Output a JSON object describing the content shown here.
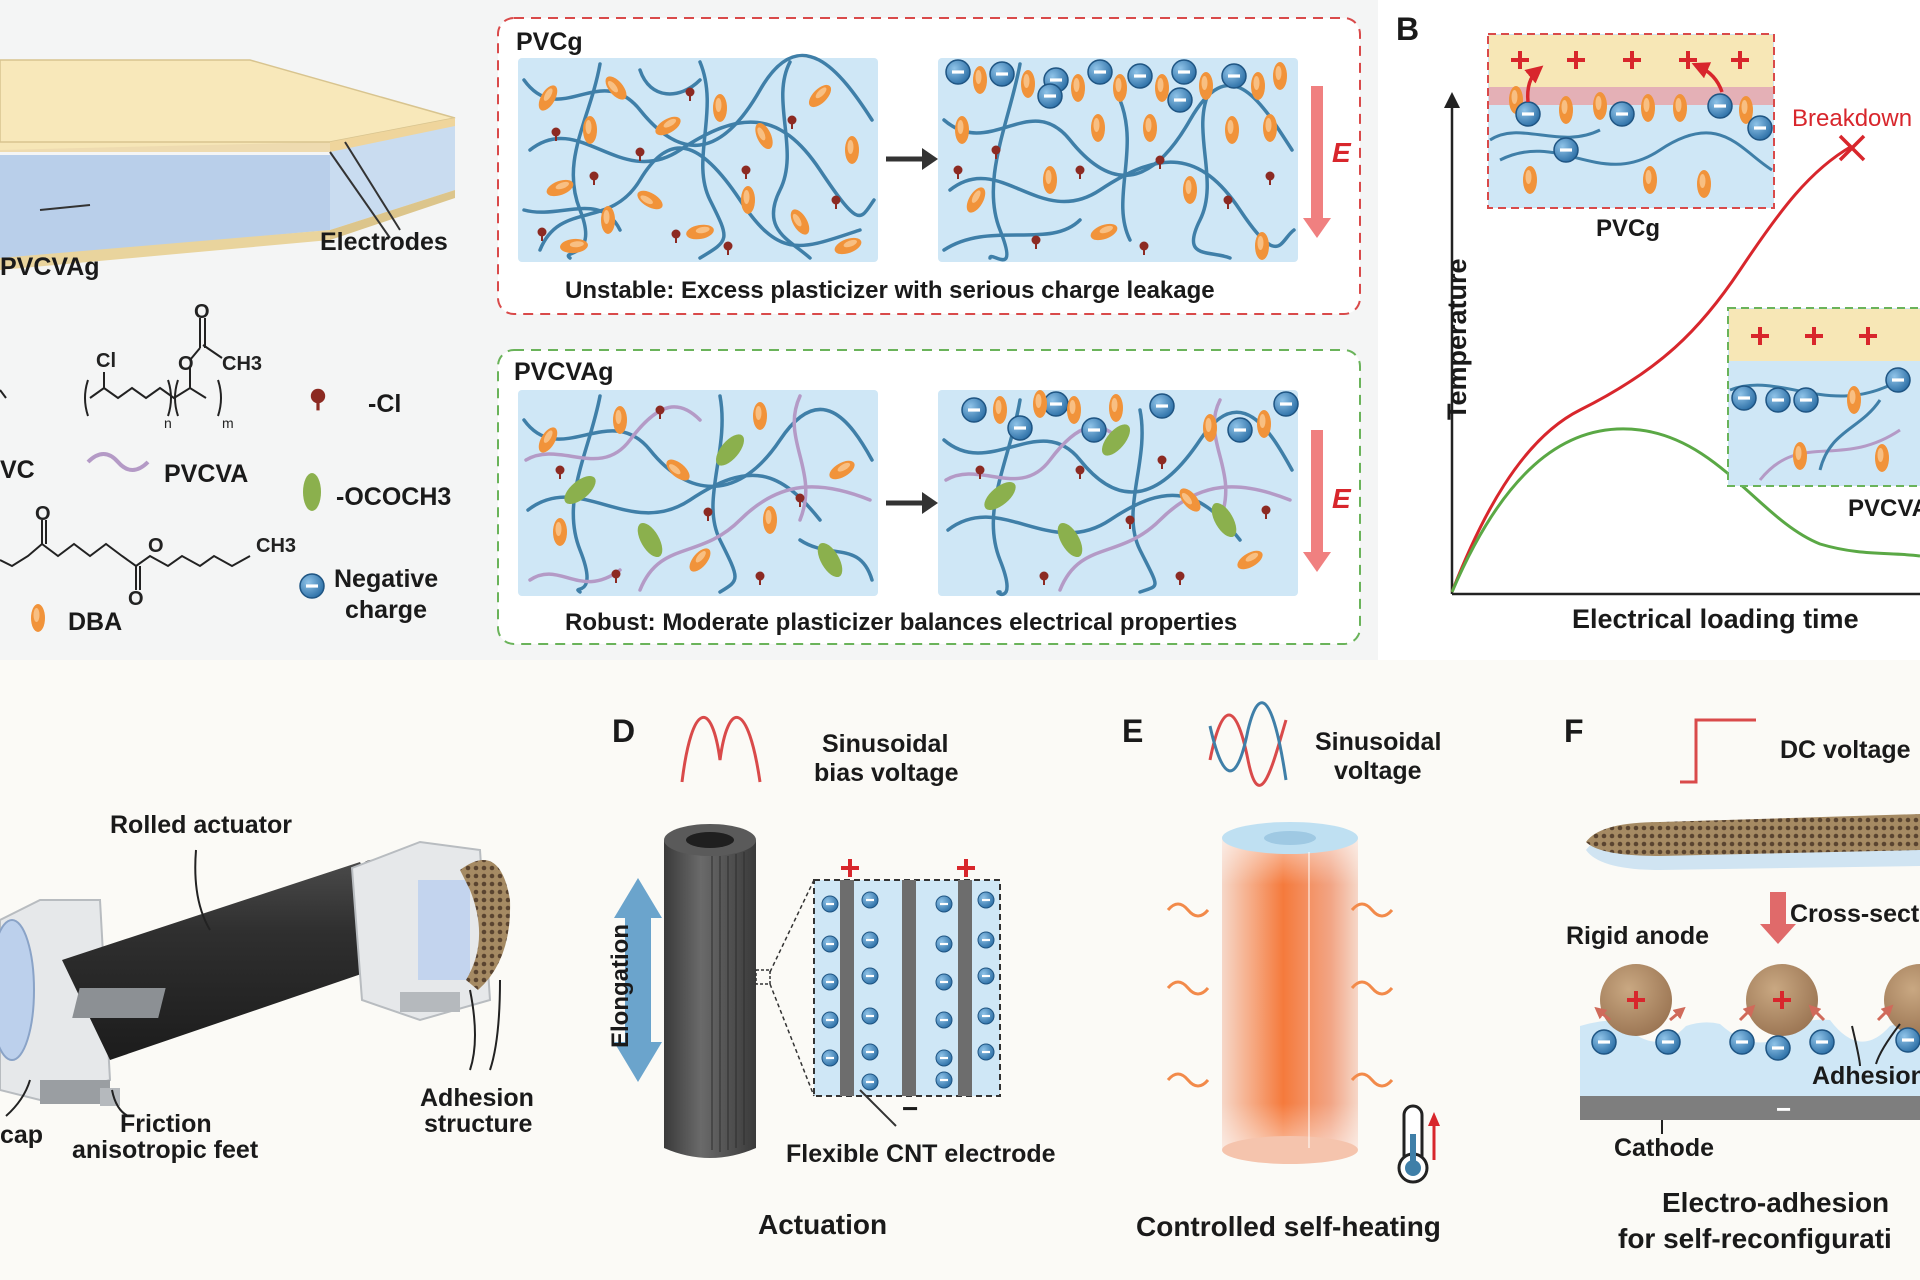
{
  "colors": {
    "polymer_blue": "#3f7fa8",
    "pvcva_purple": "#b49ac6",
    "dba_orange": "#f1933a",
    "chlorine_red": "#8c2a22",
    "ococh3_green": "#8bb04d",
    "gel_bg": "#cfe7f6",
    "electrode_yellow": "#f7e7b6",
    "red_curve": "#d8262c",
    "green_curve": "#5aa845",
    "dashed_red": "#d94a4a",
    "dashed_green": "#6ab35a"
  },
  "panel_a": {
    "label_electrodes": "Electrodes",
    "label_gel": "PVCVAg",
    "legend": {
      "cl_sub": "Cl",
      "ch3_sub": "CH3",
      "n_sub": "n",
      "m_sub": "m",
      "chlorine": "-Cl",
      "pvc": "VC",
      "pvcva": "PVCVA",
      "ococh3": "-OCOCH3",
      "ch3_dba": "CH3",
      "negative_line1": "Negative",
      "negative_line2": "charge",
      "dba": "DBA"
    },
    "box_top": {
      "title": "PVCg",
      "caption": "Unstable: Excess plasticizer with serious charge leakage",
      "field": "E"
    },
    "box_bottom": {
      "title": "PVCVAg",
      "caption": "Robust: Moderate plasticizer balances electrical properties",
      "field": "E"
    }
  },
  "panel_b": {
    "letter": "B",
    "xlabel": "Electrical loading time",
    "ylabel": "Temperature",
    "breakdown": "Breakdown",
    "inset_top_label": "PVCg",
    "inset_bottom_label": "PVCVA"
  },
  "panel_c": {
    "rolled_actuator": "Rolled actuator",
    "cap": "cap",
    "friction_line1": "Friction",
    "friction_line2": "anisotropic feet",
    "adhesion_line1": "Adhesion",
    "adhesion_line2": "structure"
  },
  "panel_d": {
    "letter": "D",
    "voltage_line1": "Sinusoidal",
    "voltage_line2": "bias voltage",
    "elongation": "Elongation",
    "electrode": "Flexible CNT electrode",
    "caption": "Actuation"
  },
  "panel_e": {
    "letter": "E",
    "voltage_line1": "Sinusoidal",
    "voltage_line2": "voltage",
    "caption": "Controlled self-heating"
  },
  "panel_f": {
    "letter": "F",
    "voltage": "DC voltage",
    "cross_section": "Cross-sect",
    "rigid_anode": "Rigid anode",
    "adhesion": "Adhesion",
    "cathode": "Cathode",
    "caption_line1": "Electro-adhesion",
    "caption_line2": "for self-reconfigurati"
  }
}
